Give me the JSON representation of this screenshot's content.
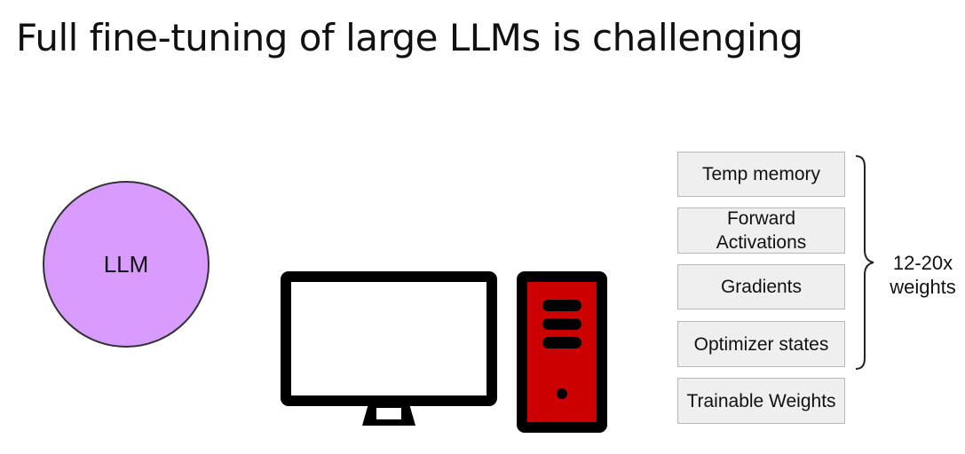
{
  "slide": {
    "title": "Full fine-tuning of large LLMs is challenging"
  },
  "llm": {
    "label": "LLM",
    "color": "#d89cff"
  },
  "computer": {
    "icon": "computer-icon",
    "tower_color": "#cc0000"
  },
  "memory_stack": [
    {
      "label": "Temp memory"
    },
    {
      "label": "Forward Activations"
    },
    {
      "label": "Gradients"
    },
    {
      "label": "Optimizer states"
    },
    {
      "label": "Trainable Weights"
    }
  ],
  "brace": {
    "line1": "12-20x",
    "line2": "weights"
  }
}
